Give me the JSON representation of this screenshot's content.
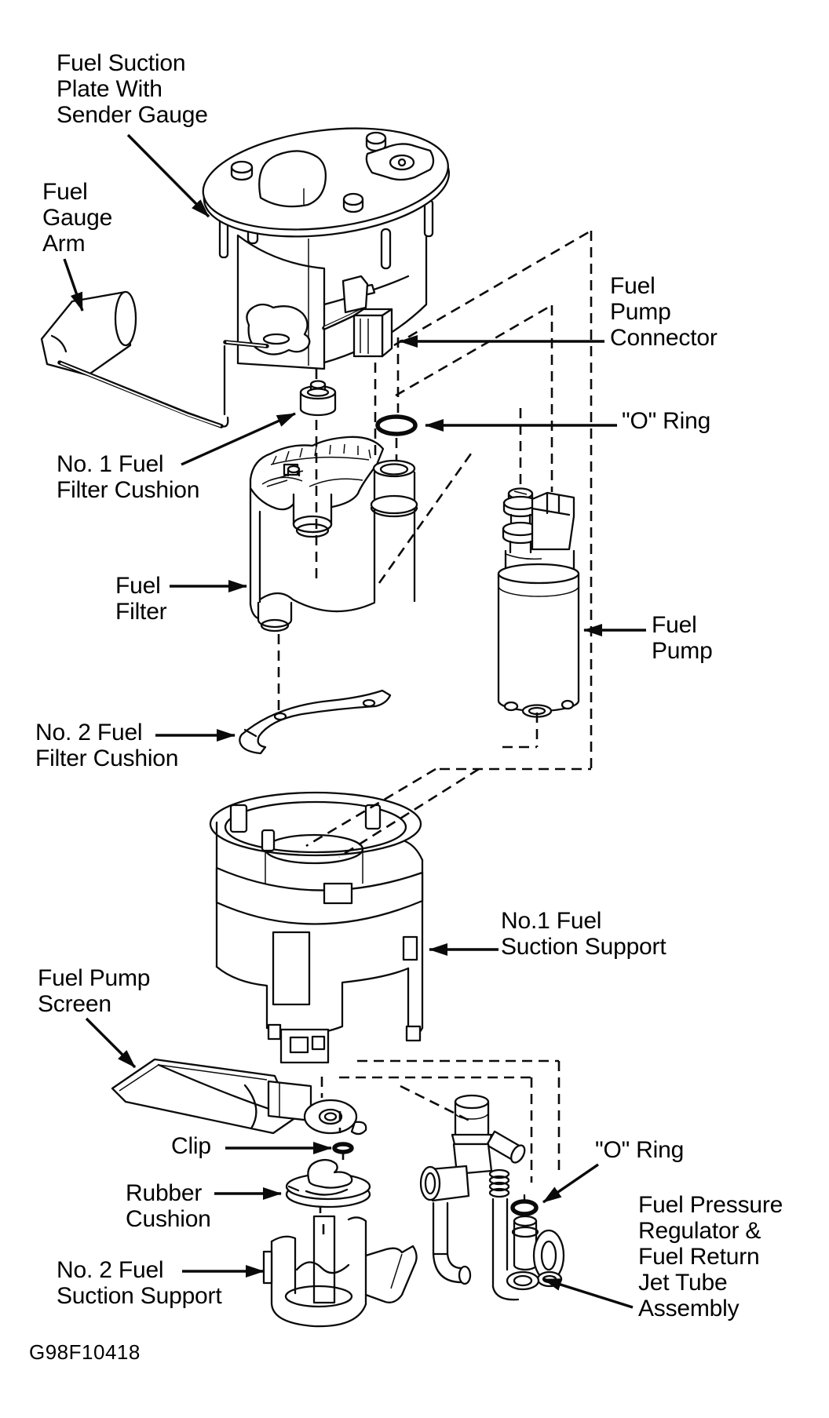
{
  "figure": {
    "code": "G98F10418",
    "background": "#ffffff",
    "line_color": "#0a0a0a"
  },
  "labels": {
    "fuel_suction_plate": "Fuel Suction\nPlate With\nSender Gauge",
    "fuel_gauge_arm": "Fuel\nGauge\nArm",
    "fuel_pump_connector": "Fuel\nPump\nConnector",
    "o_ring_top": "\"O\" Ring",
    "no1_fuel_filter_cushion": "No. 1 Fuel\nFilter Cushion",
    "fuel_filter": "Fuel\nFilter",
    "fuel_pump": "Fuel\nPump",
    "no2_fuel_filter_cushion": "No. 2 Fuel\nFilter Cushion",
    "no1_fuel_suction_support": "No.1 Fuel\nSuction Support",
    "fuel_pump_screen": "Fuel Pump\nScreen",
    "clip": "Clip",
    "o_ring_bottom": "\"O\" Ring",
    "rubber_cushion": "Rubber\nCushion",
    "fuel_pressure_regulator": "Fuel Pressure\nRegulator &\nFuel Return\nJet Tube\nAssembly",
    "no2_fuel_suction_support": "No. 2 Fuel\nSuction Support"
  }
}
